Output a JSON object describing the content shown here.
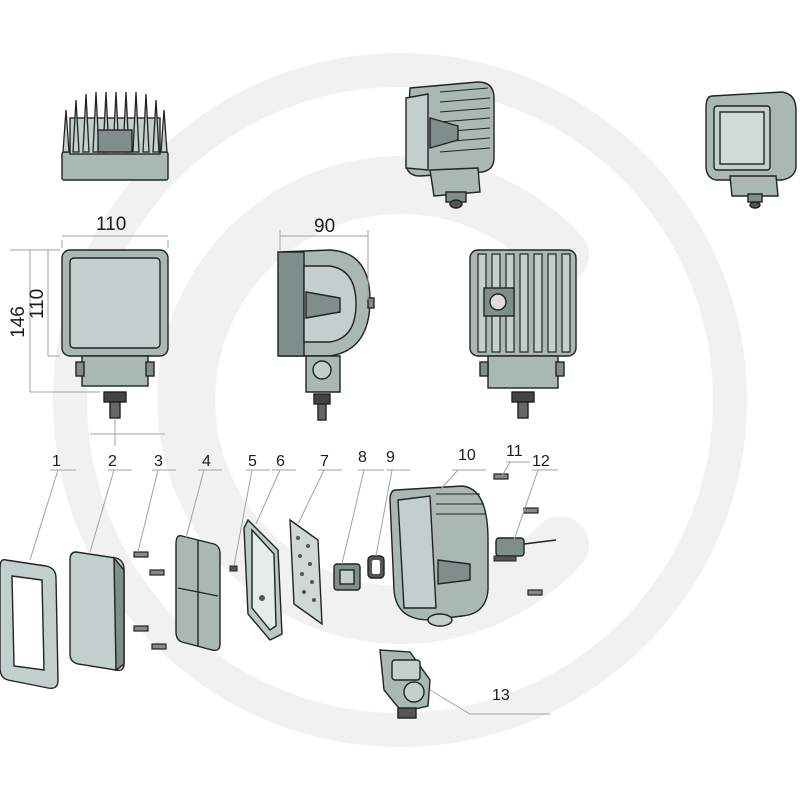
{
  "dimensions": {
    "front_width": "110",
    "front_height_total": "146",
    "front_height_lens": "110",
    "side_depth": "90"
  },
  "parts": [
    {
      "number": "1"
    },
    {
      "number": "2"
    },
    {
      "number": "3"
    },
    {
      "number": "4"
    },
    {
      "number": "5"
    },
    {
      "number": "6"
    },
    {
      "number": "7"
    },
    {
      "number": "8"
    },
    {
      "number": "9"
    },
    {
      "number": "10"
    },
    {
      "number": "11"
    },
    {
      "number": "12"
    },
    {
      "number": "13"
    }
  ],
  "colors": {
    "body": "#aab8b4",
    "outline": "#222222",
    "watermark": "#f1f1f1"
  }
}
